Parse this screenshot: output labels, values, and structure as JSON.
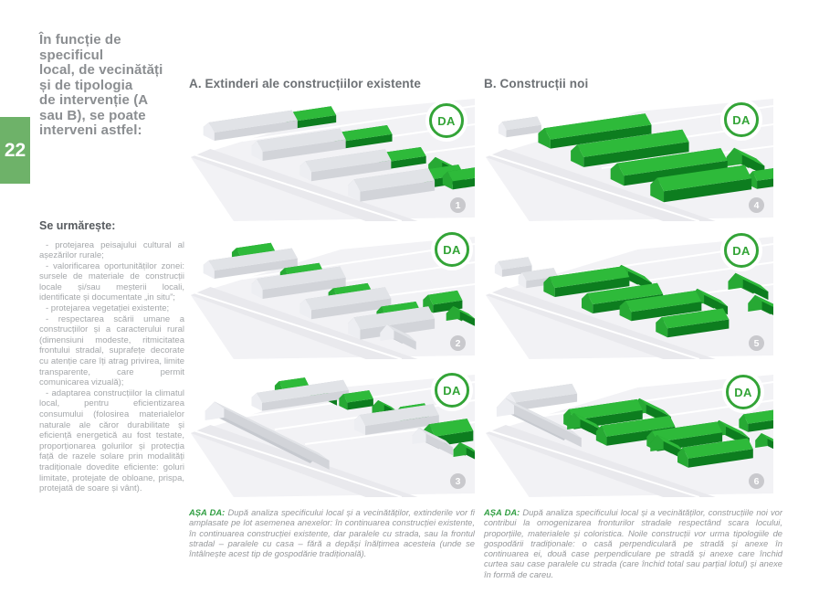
{
  "page": {
    "number": "22"
  },
  "intro": {
    "heading": "În funcție de specificul\nlocal, de vecinătăți\nși de tipologia\nde intervenție (A\nsau B), se poate\ninterveni astfel:"
  },
  "sidebar": {
    "subheading": "Se urmărește:",
    "bullets": [
      "- protejarea peisajului cultural al așezărilor rurale;",
      "- valorificarea oportunităților zonei: sursele de materiale de construcții locale și/sau meșterii locali, identificate și documentate „in situ”;",
      "- protejarea vegetației existente;",
      "- respectarea scării umane a construcțiilor și a caracterului rural (dimensiuni modeste, ritmicitatea frontului stradal, suprafețe decorate cu atenție care îți atrag privirea, limite transparente, care permit comunicarea vizuală);",
      "- adaptarea construcțiilor la climatul local, pentru eficientizarea consumului (folosirea materialelor naturale ale căror durabilitate și eficiență energetică au fost testate, proporționarea golurilor și protecția față de razele solare prin modalități tradiționale dovedite eficiente: goluri limitate, protejate de obloane, prispa, protejată de soare și vânt)."
    ]
  },
  "columns": [
    {
      "title": "A. Extinderi ale construcțiilor existente",
      "figures": [
        {
          "badge_label": "DA",
          "number": "1"
        },
        {
          "badge_label": "DA",
          "number": "2"
        },
        {
          "badge_label": "DA",
          "number": "3"
        }
      ],
      "caption_lead": "AȘA DA:",
      "caption_text": "După analiza specificului local și a vecinătăților, extinderile vor fi amplasate pe lot asemenea anexelor: în continuarea construcției existente, în continuarea construcției existente, dar paralele cu strada, sau la frontul stradal – paralele cu casa – fără a depăși înălțimea acesteia (unde se întâlnește acest tip de gospodărie tradițională)."
    },
    {
      "title": "B. Construcții noi",
      "figures": [
        {
          "badge_label": "DA",
          "number": "4"
        },
        {
          "badge_label": "DA",
          "number": "5"
        },
        {
          "badge_label": "DA",
          "number": "6"
        }
      ],
      "caption_lead": "AȘA DA:",
      "caption_text": "După analiza specificului local și a vecinătăților, construcțiile noi vor contribui la omogenizarea fronturilor stradale respectând scara locului, proporțiile, materialele și coloristica. Noile construcții vor urma tipologiile de gospodării tradiționale: o casă perpendiculară pe stradă și anexe în continuarea ei, două case perpendiculare pe stradă și anexe care închid curtea sau case paralele cu strada (care închid total sau parțial lotul) și anexe în formă de careu."
    }
  ],
  "colors": {
    "accent_green": "#6eb269",
    "badge_green": "#33a437",
    "illustration_green": "#2eba3a"
  }
}
